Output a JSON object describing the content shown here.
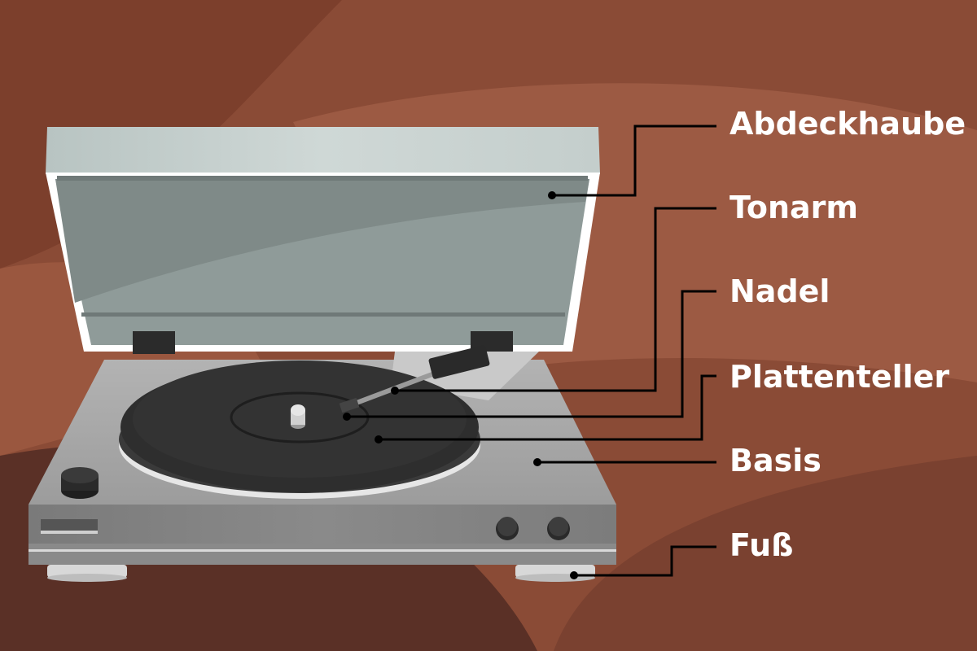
{
  "labels": {
    "lid": "Abdeckhaube",
    "tonearm": "Tonarm",
    "needle": "Nadel",
    "platter": "Plattenteller",
    "base": "Basis",
    "foot": "Fuß"
  },
  "colors": {
    "background": "#8a4b36",
    "background_light": "#9c5a43",
    "background_dark": "#5a3026",
    "leader_line": "#000000",
    "label_text": "#ffffff",
    "base_silver": "#a3a3a3",
    "record_black": "#2a2a2a",
    "lid_glass": "#7f8a88"
  }
}
